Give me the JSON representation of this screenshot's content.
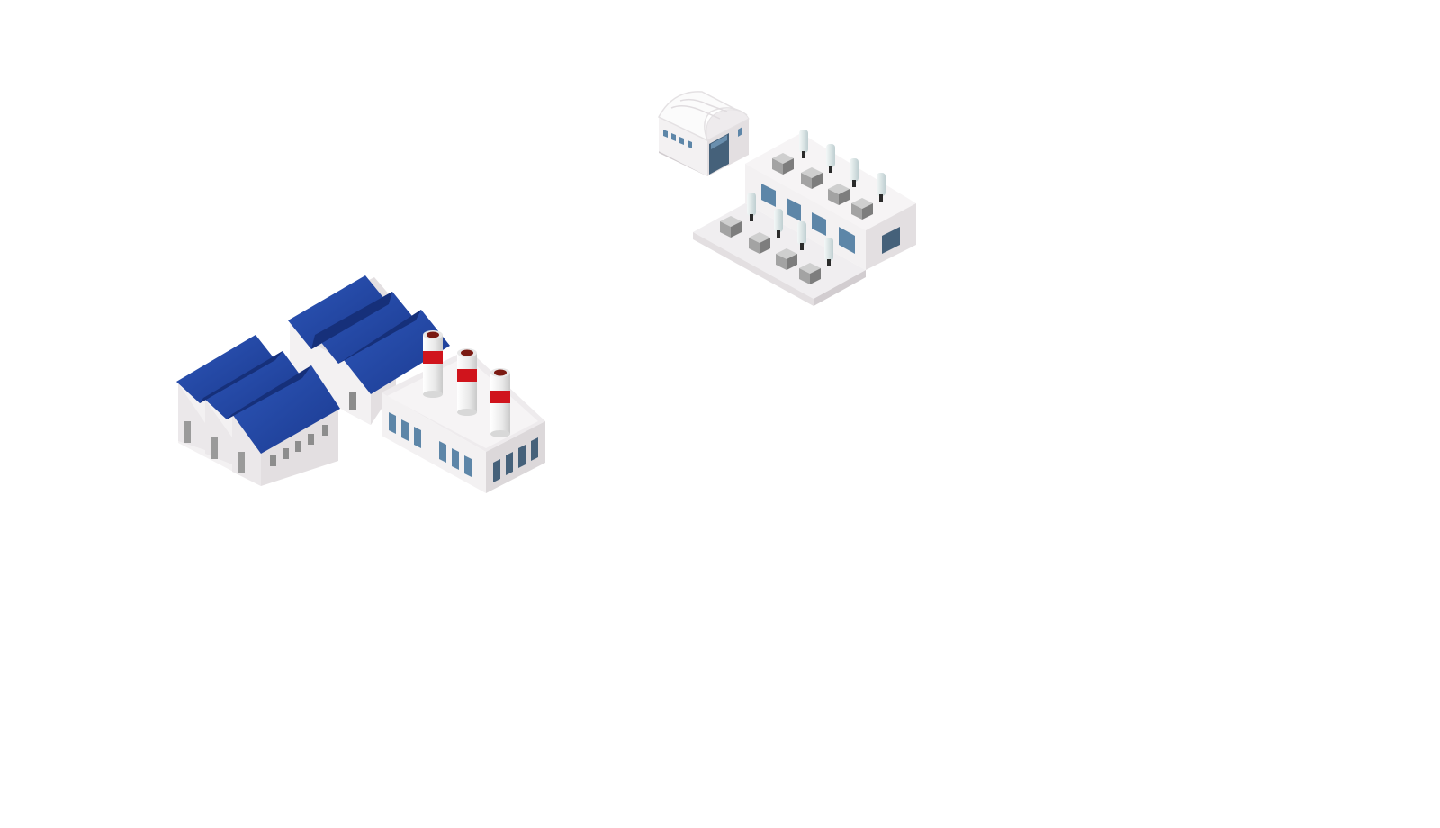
{
  "scene": {
    "background": "#ffffff",
    "objects": [
      "factory-with-sawtooth-roofs",
      "factory-with-smokestacks",
      "quonset-hangar",
      "rooftop-equipment-building"
    ]
  },
  "colors": {
    "roof_blue": "#1e3f9a",
    "roof_blue_light": "#2d56b8",
    "wall_light": "#f3f1f2",
    "wall_mid": "#e3dfe1",
    "wall_dark": "#d2cdd0",
    "window": "#5d86a8",
    "window_dark": "#45617a",
    "stack_white": "#f0f0f0",
    "stack_red": "#d0141c",
    "stack_top": "#7a1a12",
    "unit_grey": "#8e8e8e",
    "vent_pale": "#dfe9ea"
  }
}
